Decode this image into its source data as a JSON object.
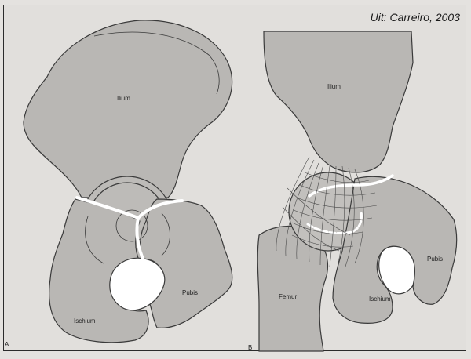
{
  "credit": "Uit: Carreiro, 2003",
  "panels": {
    "a": {
      "tag": "A",
      "labels": {
        "ilium": "Ilium",
        "ischium": "Ischium",
        "pubis": "Pubis"
      }
    },
    "b": {
      "tag": "B",
      "labels": {
        "ilium": "Ilium",
        "femur": "Femur",
        "ischium": "Ischium",
        "pubis": "Pubis"
      }
    }
  },
  "colors": {
    "bone": "#b9b7b4",
    "outline": "#3a3a3a",
    "background": "#e1dfdc"
  }
}
